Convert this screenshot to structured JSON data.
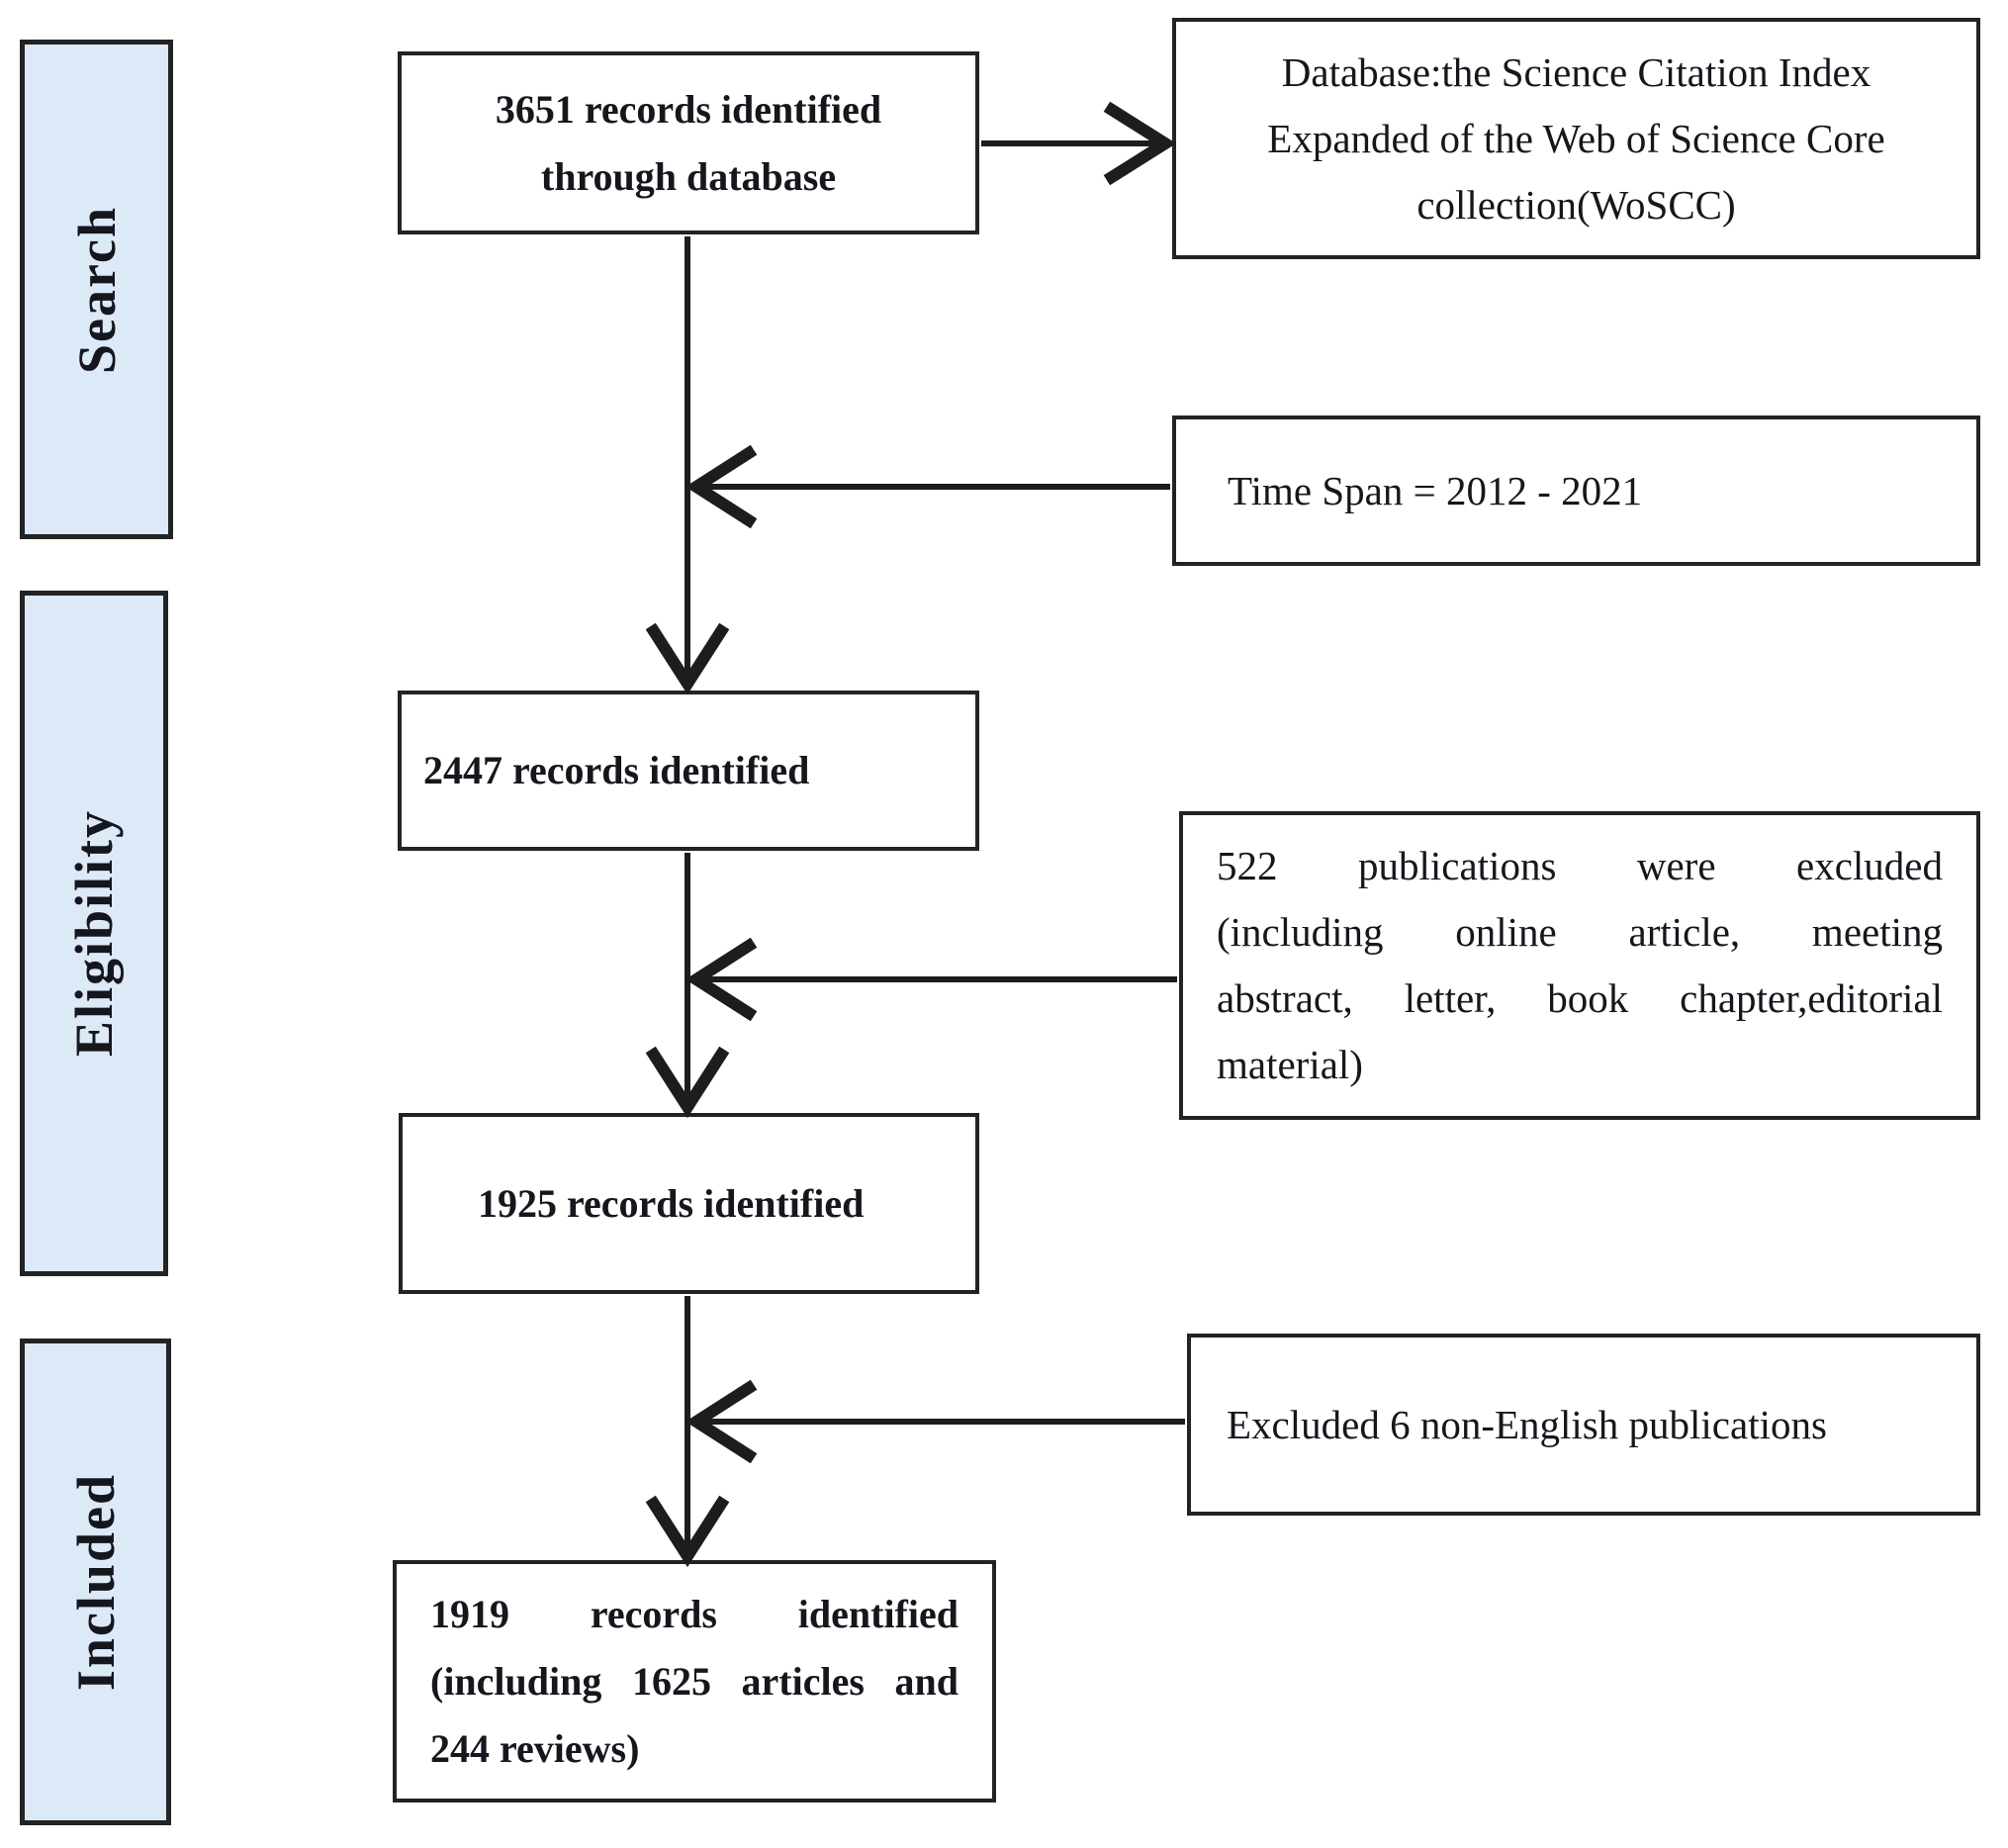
{
  "colors": {
    "sidebar_fill": "#dce9f7",
    "border": "#232323",
    "arrow": "#1d1d1d",
    "text": "#16161d",
    "background": "#ffffff"
  },
  "sidebar": {
    "sections": [
      {
        "label": "Search"
      },
      {
        "label": "Eligibility"
      },
      {
        "label": "Included"
      }
    ]
  },
  "flow_boxes": {
    "records_identified": {
      "lines": [
        "3651 records identified",
        "through database"
      ]
    },
    "records_2447": {
      "label": "2447 records identified"
    },
    "records_1925": {
      "label": "1925 records identified"
    },
    "records_1919": {
      "lines": [
        "1919 records identified",
        "(including 1625 articles and",
        "244 reviews)"
      ]
    }
  },
  "annotations": {
    "database": {
      "lines": [
        "Database:the Science Citation Index",
        "Expanded of the Web of Science Core",
        "collection(WoSCC)"
      ]
    },
    "timespan": {
      "label": "Time Span = 2012 - 2021"
    },
    "excluded_522": {
      "lines": [
        "522 publications were excluded",
        "(including online article, meeting",
        "abstract, letter, book chapter,editorial",
        "material)"
      ]
    },
    "excluded_6": {
      "label": "Excluded 6 non-English publications"
    }
  }
}
